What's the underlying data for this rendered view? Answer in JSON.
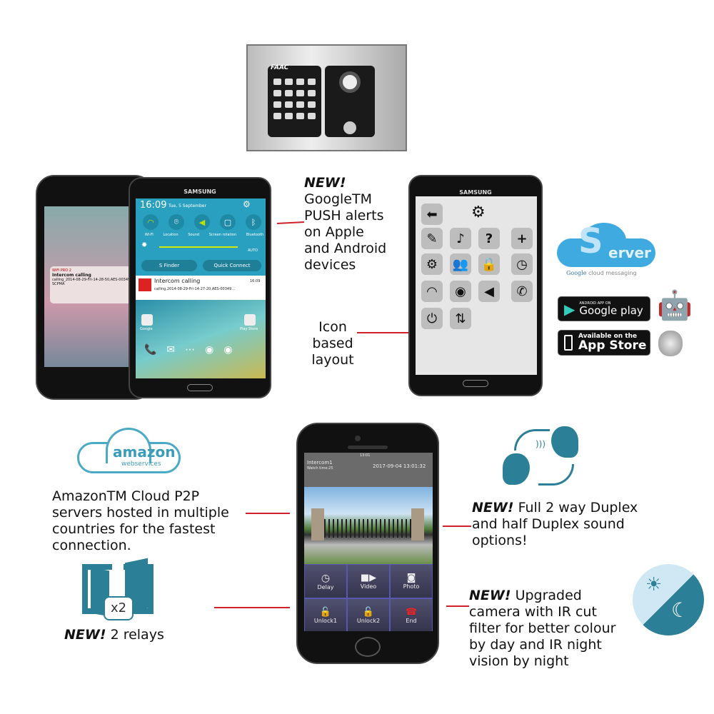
{
  "intercom": {
    "brand": "FAAC"
  },
  "left_phones": {
    "iphone_notification": {
      "app": "WiFi PRO 2",
      "title": "Intercom calling",
      "body": "calling_2014-08-29-Fri-14-28-50,AES-003497-SCPMA"
    },
    "samsung": {
      "brand": "SAMSUNG",
      "time": "16:09",
      "date": "Tue, 5 September",
      "toggles": [
        "Wi-Fi",
        "Location",
        "Sound",
        "Screen rotation",
        "Bluetooth"
      ],
      "auto_label": "AUTO",
      "s_finder": "S Finder",
      "quick_connect": "Quick Connect",
      "notification": {
        "title": "Intercom calling",
        "time": "16:09",
        "body": "calling,2014-08-29-Fri-14-27-20,AES-00349..."
      },
      "apps": [
        "Google",
        "Play Store"
      ]
    }
  },
  "push_text": {
    "new": "NEW!",
    "body": [
      "GoogleTM",
      "PUSH alerts",
      "on Apple",
      "and Android",
      "devices"
    ]
  },
  "icon_phone": {
    "brand": "SAMSUNG",
    "icons": [
      "back-arrow",
      "gear",
      "notes",
      "music",
      "help",
      "plus",
      "settings",
      "users",
      "lock",
      "clock",
      "wifi",
      "eye",
      "mute",
      "call-history",
      "power",
      "relay"
    ]
  },
  "icon_text": [
    "Icon",
    "based",
    "layout"
  ],
  "server_logo": {
    "letter": "S",
    "rest": "erver",
    "sub_brand": "Google",
    "sub": "cloud messaging"
  },
  "stores": {
    "google_small": "ANDROID APP ON",
    "google_big": "Google play",
    "apple_small": "Available on the",
    "apple_big": "App Store"
  },
  "amazon": {
    "logo_main": "amazon",
    "logo_sub": "webservices",
    "text": [
      "AmazonTM Cloud P2P",
      "servers hosted in multiple",
      "countries for the fastest",
      "connection."
    ]
  },
  "relays": {
    "badge": "x2",
    "new": "NEW!",
    "text": "2 relays"
  },
  "app_phone": {
    "device": "Intercom1",
    "status": "Watch time:25",
    "timestamp": "2017-09-04 13:01:32",
    "clock": "13:01",
    "buttons": [
      "Delay",
      "Video",
      "Photo",
      "Unlock1",
      "Unlock2",
      "End"
    ]
  },
  "duplex": {
    "new": "NEW!",
    "text": [
      "Full 2 way Duplex",
      "and half Duplex sound",
      "options!"
    ]
  },
  "camera": {
    "new": "NEW!",
    "text": [
      "Upgraded",
      "camera with IR cut",
      "filter for better colour",
      "by day and IR night",
      "vision by night"
    ]
  },
  "colors": {
    "connector": "#d0202a",
    "teal": "#2b7f97",
    "sky": "#29a0bf"
  }
}
